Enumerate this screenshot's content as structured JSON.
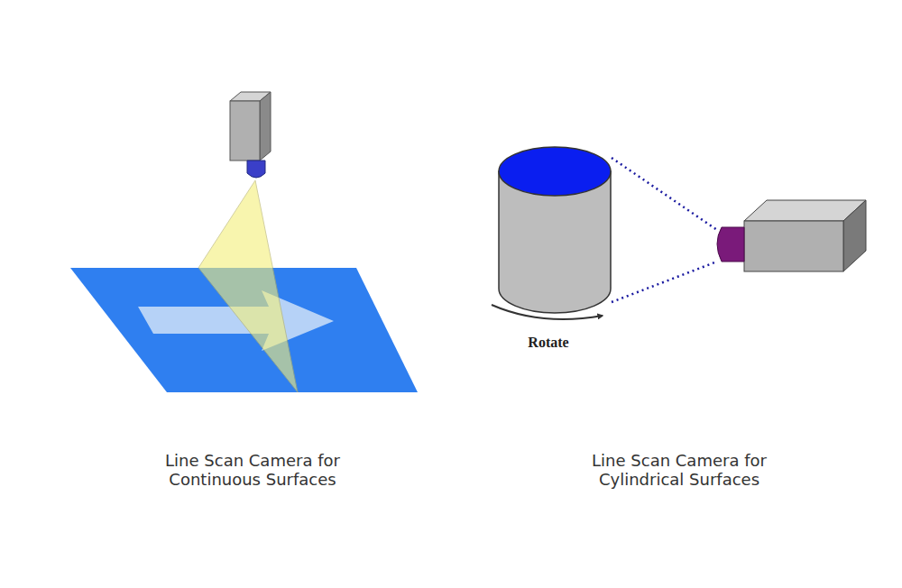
{
  "diagram": {
    "labels": [
      "Rotate",
      "Line Scan Camera for Continuous Surfaces",
      "Line Scan Camera for Cylindrical Surfaces"
    ]
  }
}
